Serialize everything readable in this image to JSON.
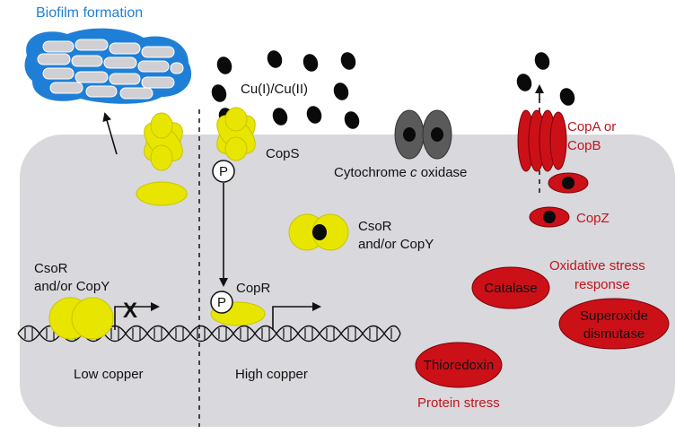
{
  "labels": {
    "biofilm": "Biofilm formation",
    "copper_ions": "Cu(I)/Cu(II)",
    "cops": "CopS",
    "phospho": "P",
    "copr": "CopR",
    "cytochrome_prefix": "Cytochrome ",
    "cytochrome_italic": "c",
    "cytochrome_suffix": " oxidase",
    "csor_mid_line1": "CsoR",
    "csor_mid_line2": "and/or CopY",
    "csor_left_line1": "CsoR",
    "csor_left_line2": "and/or CopY",
    "repression_mark": "X",
    "low_copper": "Low copper",
    "high_copper": "High copper",
    "copa_line1": "CopA or",
    "copa_line2": "CopB",
    "copz": "CopZ",
    "oxidative_line1": "Oxidative stress",
    "oxidative_line2": "response",
    "catalase": "Catalase",
    "superoxide_line1": "Superoxide",
    "superoxide_line2": "dismutase",
    "thioredoxin": "Thioredoxin",
    "protein_stress": "Protein stress"
  },
  "colors": {
    "cell": "#d9d8dc",
    "yellow": "#e8e600",
    "red": "#cc1018",
    "blue": "#1f7fd6",
    "grey_disc": "#595959"
  }
}
